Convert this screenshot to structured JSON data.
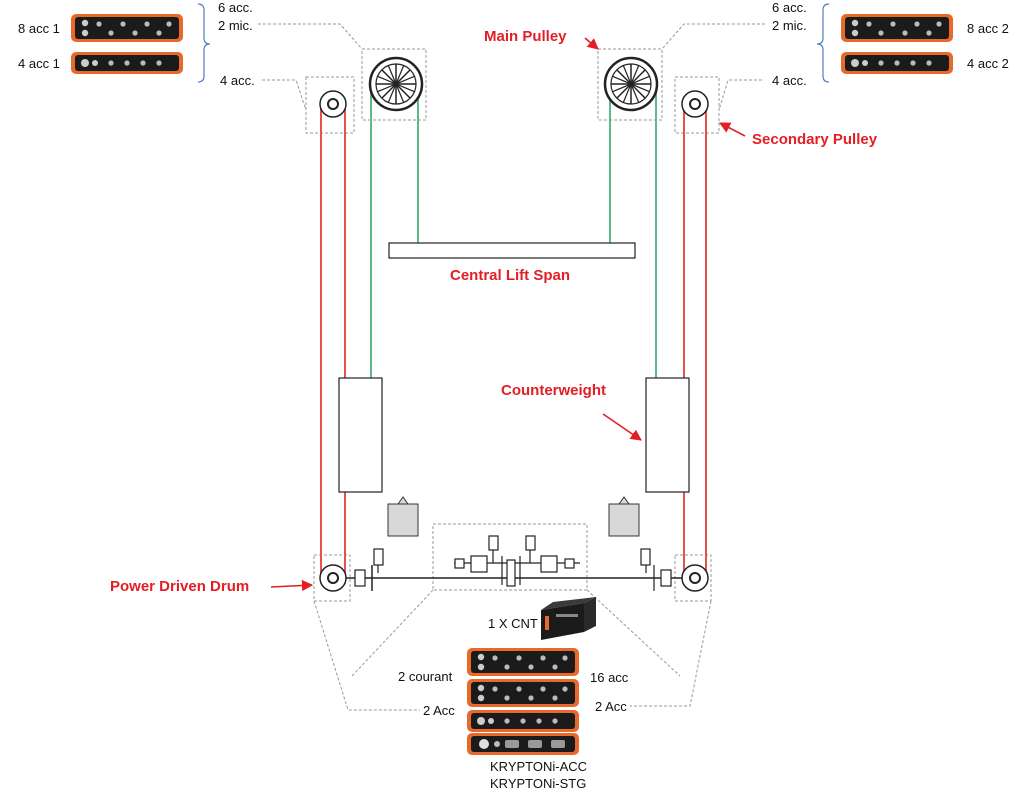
{
  "labels": {
    "main_pulley": "Main Pulley",
    "secondary_pulley": "Secondary Pulley",
    "central_lift_span": "Central Lift Span",
    "counterweight": "Counterweight",
    "power_driven_drum": "Power Driven Drum"
  },
  "left_tower": {
    "module_top": "8 acc 1",
    "module_bottom": "4 acc 1",
    "sensors_line1": "6 acc.",
    "sensors_line2": "2 mic.",
    "secondary_sensors": "4 acc."
  },
  "right_tower": {
    "module_top": "8 acc 2",
    "module_bottom": "4 acc 2",
    "sensors_line1": "6 acc.",
    "sensors_line2": "2 mic.",
    "secondary_sensors": "4 acc."
  },
  "drive": {
    "cnt": "1 X CNT",
    "left_current": "2 courant",
    "right_acc": "16 acc",
    "left_acc": "2 Acc",
    "right_acc2": "2 Acc",
    "module_type1": "KRYPTONi-ACC",
    "module_type2": "KRYPTONi-STG"
  },
  "colors": {
    "annotation_red": "#e31e24",
    "rope_red": "#e8504a",
    "rope_green": "#5fb98a",
    "module_orange": "#e8692a",
    "brace_blue": "#4a7fc1"
  }
}
